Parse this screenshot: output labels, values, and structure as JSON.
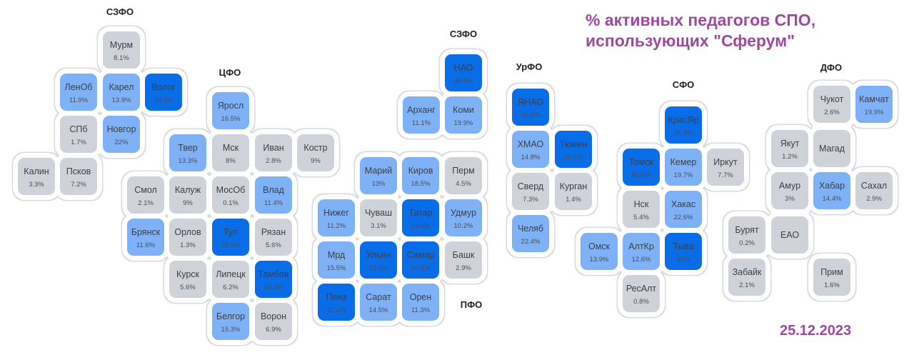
{
  "title_line1": "% активных педагогов СПО,",
  "title_line2": "использующих \"Сферум\"",
  "date": "25.12.2023",
  "colors": {
    "low": "#cfd2d8",
    "mid": "#7fb1f7",
    "high": "#0a6de8",
    "outline": "#d9dbe0"
  },
  "chart_data": {
    "type": "heatmap",
    "title": "% активных педагогов СПО, использующих \"Сферум\"",
    "districts": [
      {
        "name": "СЗФО",
        "regions": [
          {
            "label": "Мурм",
            "value": "8.1%",
            "level": "low"
          },
          {
            "label": "ЛенОб",
            "value": "11.9%",
            "level": "mid"
          },
          {
            "label": "Карел",
            "value": "13.9%",
            "level": "mid"
          },
          {
            "label": "Волог",
            "value": "48.3%",
            "level": "high"
          },
          {
            "label": "СПб",
            "value": "1.7%",
            "level": "low"
          },
          {
            "label": "Новгор",
            "value": "22%",
            "level": "mid"
          },
          {
            "label": "Калин",
            "value": "3.3%",
            "level": "low"
          },
          {
            "label": "Псков",
            "value": "7.2%",
            "level": "low"
          }
        ]
      },
      {
        "name": "ЦФО",
        "regions": [
          {
            "label": "Яросл",
            "value": "16.5%",
            "level": "mid"
          },
          {
            "label": "Твер",
            "value": "13.3%",
            "level": "mid"
          },
          {
            "label": "Мск",
            "value": "8%",
            "level": "low"
          },
          {
            "label": "Иван",
            "value": "2.8%",
            "level": "low"
          },
          {
            "label": "Костр",
            "value": "9%",
            "level": "low"
          },
          {
            "label": "Смол",
            "value": "2.1%",
            "level": "low"
          },
          {
            "label": "Калуж",
            "value": "9%",
            "level": "low"
          },
          {
            "label": "МосОб",
            "value": "0.1%",
            "level": "low"
          },
          {
            "label": "Влад",
            "value": "11.4%",
            "level": "mid"
          },
          {
            "label": "Брянск",
            "value": "11.6%",
            "level": "mid"
          },
          {
            "label": "Орлов",
            "value": "1.3%",
            "level": "low"
          },
          {
            "label": "Тул",
            "value": "36.9%",
            "level": "high"
          },
          {
            "label": "Рязан",
            "value": "5.6%",
            "level": "low"
          },
          {
            "label": "Курск",
            "value": "5.6%",
            "level": "low"
          },
          {
            "label": "Липецк",
            "value": "6.2%",
            "level": "low"
          },
          {
            "label": "Тамбов",
            "value": "28.4%",
            "level": "high"
          },
          {
            "label": "Белгор",
            "value": "15.3%",
            "level": "mid"
          },
          {
            "label": "Ворон",
            "value": "6.9%",
            "level": "low"
          }
        ]
      },
      {
        "name": "СЗФО",
        "regions": [
          {
            "label": "НАО",
            "value": "36.8%",
            "level": "high"
          },
          {
            "label": "Арханг",
            "value": "11.1%",
            "level": "mid"
          },
          {
            "label": "Коми",
            "value": "19.9%",
            "level": "mid"
          }
        ]
      },
      {
        "name": "ПФО",
        "regions": [
          {
            "label": "Марий",
            "value": "13%",
            "level": "mid"
          },
          {
            "label": "Киров",
            "value": "18.5%",
            "level": "mid"
          },
          {
            "label": "Перм",
            "value": "4.5%",
            "level": "low"
          },
          {
            "label": "Нижег",
            "value": "11.2%",
            "level": "mid"
          },
          {
            "label": "Чуваш",
            "value": "3.1%",
            "level": "low"
          },
          {
            "label": "Татар",
            "value": "33.1%",
            "level": "high"
          },
          {
            "label": "Удмур",
            "value": "10.2%",
            "level": "mid"
          },
          {
            "label": "Мрд",
            "value": "15.5%",
            "level": "mid"
          },
          {
            "label": "Ульян",
            "value": "35.6%",
            "level": "high"
          },
          {
            "label": "Самар",
            "value": "50.4%",
            "level": "high"
          },
          {
            "label": "Башк",
            "value": "2.9%",
            "level": "low"
          },
          {
            "label": "Пенз",
            "value": "30.4%",
            "level": "high"
          },
          {
            "label": "Сарат",
            "value": "14.5%",
            "level": "mid"
          },
          {
            "label": "Орен",
            "value": "11.3%",
            "level": "mid"
          }
        ]
      },
      {
        "name": "УрФО",
        "regions": [
          {
            "label": "ЯНАО",
            "value": "45.8%",
            "level": "high"
          },
          {
            "label": "ХМАО",
            "value": "14.8%",
            "level": "mid"
          },
          {
            "label": "Тюмен",
            "value": "29.2%",
            "level": "high"
          },
          {
            "label": "Сверд",
            "value": "7.3%",
            "level": "low"
          },
          {
            "label": "Курган",
            "value": "1.4%",
            "level": "low"
          },
          {
            "label": "Челяб",
            "value": "22.4%",
            "level": "mid"
          }
        ]
      },
      {
        "name": "СФО",
        "regions": [
          {
            "label": "КрасЯр",
            "value": "37.4%",
            "level": "high"
          },
          {
            "label": "Томск",
            "value": "80.5%",
            "level": "high"
          },
          {
            "label": "Кемер",
            "value": "19.7%",
            "level": "mid"
          },
          {
            "label": "Иркут",
            "value": "7.7%",
            "level": "low"
          },
          {
            "label": "Нск",
            "value": "5.4%",
            "level": "low"
          },
          {
            "label": "Хакас",
            "value": "22.6%",
            "level": "mid"
          },
          {
            "label": "Омск",
            "value": "13.9%",
            "level": "mid"
          },
          {
            "label": "АлтКр",
            "value": "12.6%",
            "level": "mid"
          },
          {
            "label": "Тыва",
            "value": "48%",
            "level": "high"
          },
          {
            "label": "РесАлт",
            "value": "0.8%",
            "level": "low"
          }
        ]
      },
      {
        "name": "ДФО",
        "regions": [
          {
            "label": "Чукот",
            "value": "2.6%",
            "level": "low"
          },
          {
            "label": "Камчат",
            "value": "19.9%",
            "level": "mid"
          },
          {
            "label": "Якут",
            "value": "1.2%",
            "level": "low"
          },
          {
            "label": "Магад",
            "value": "",
            "level": "low"
          },
          {
            "label": "Амур",
            "value": "3%",
            "level": "low"
          },
          {
            "label": "Хабар",
            "value": "14.4%",
            "level": "mid"
          },
          {
            "label": "Сахал",
            "value": "2.9%",
            "level": "low"
          },
          {
            "label": "Бурят",
            "value": "0.2%",
            "level": "low"
          },
          {
            "label": "ЕАО",
            "value": "",
            "level": "low"
          },
          {
            "label": "Забайк",
            "value": "2.1%",
            "level": "low"
          },
          {
            "label": "Прим",
            "value": "1.6%",
            "level": "low"
          }
        ]
      }
    ]
  }
}
